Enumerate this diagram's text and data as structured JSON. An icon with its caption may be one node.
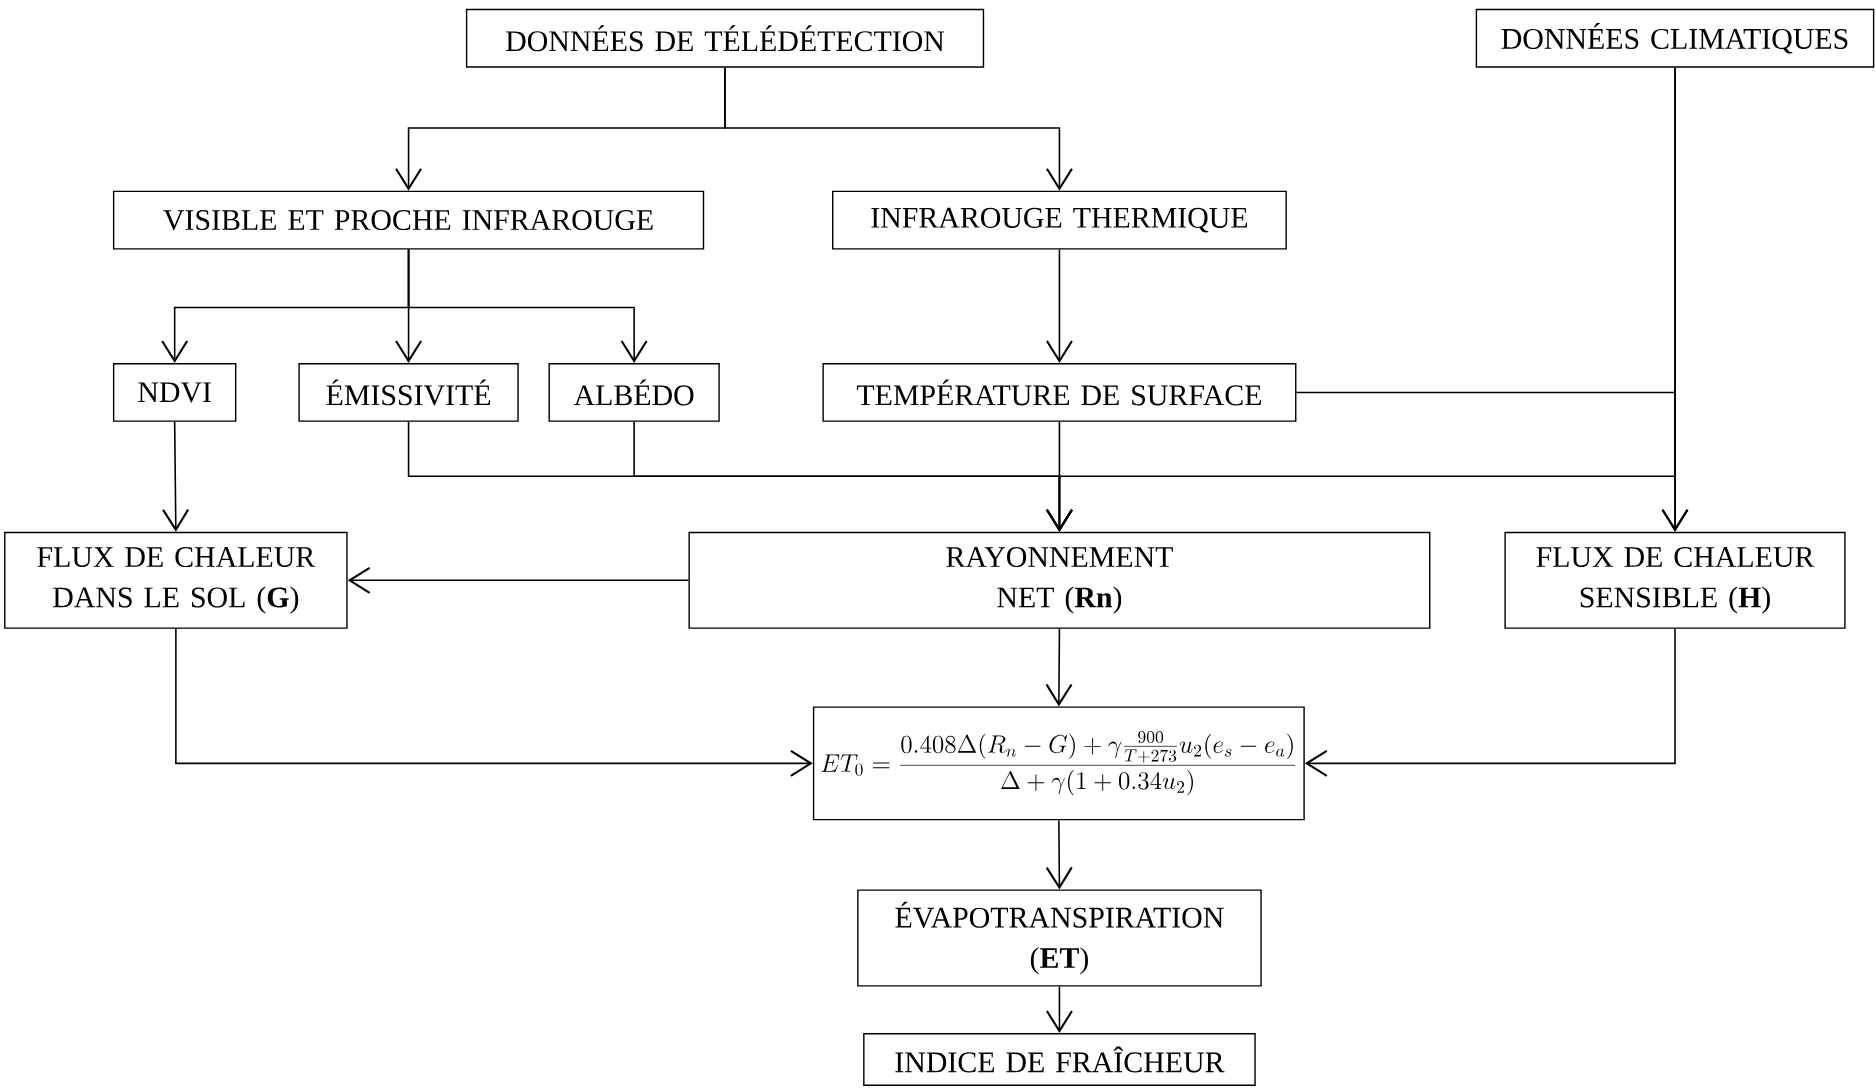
{
  "diagram": {
    "nodes": [
      {
        "text": [
          "DONNÉES DE TÉLÉDÉTECTION"
        ]
      },
      {
        "text": [
          "DONNÉES CLIMATIQUES"
        ]
      },
      {
        "text": [
          "VISIBLE ET PROCHE INFRAROUGE"
        ]
      },
      {
        "text": [
          "INFRAROUGE THERMIQUE"
        ]
      },
      {
        "text": [
          "NDVI"
        ]
      },
      {
        "text": [
          "ÉMISSIVITÉ"
        ]
      },
      {
        "text": [
          "ALBÉDO"
        ]
      },
      {
        "text": [
          "TEMPÉRATURE DE SURFACE"
        ]
      },
      {
        "text": [
          "FLUX DE CHALEUR DANS LE SOL (**G**)"
        ]
      },
      {
        "text": [
          "RAYONNEMENT NET (**Rn**)"
        ]
      },
      {
        "text": [
          "FLUX DE CHALEUR SENSIBLE (**H**)"
        ]
      },
      {
        "text": [
          "ET_0=\\frac{0.408\\Delta(R_n-G)+\\gamma\\frac{900}{T+273}u_2(e_s-e_a)}{\\Delta+\\gamma(1+0.34u_2)}"
        ]
      },
      {
        "text": [
          "ÉVAPOTRANSPIRATION (**ET**)"
        ]
      },
      {
        "text": [
          "INDICE DE FRAÎCHEUR"
        ]
      }
    ],
    "edges": [
      {
        "from": 0,
        "to": 2,
        "arrow": "to"
      },
      {
        "from": 0,
        "to": 3,
        "arrow": "to"
      },
      {
        "from": 2,
        "to": 4,
        "arrow": "to"
      },
      {
        "from": 2,
        "to": 5,
        "arrow": "to"
      },
      {
        "from": 2,
        "to": 6,
        "arrow": "to"
      },
      {
        "from": 3,
        "to": 7,
        "arrow": "to"
      },
      {
        "from": 4,
        "to": 8,
        "arrow": "to"
      },
      {
        "from": 5,
        "to": 9,
        "arrow": "to"
      },
      {
        "from": 6,
        "to": 9,
        "arrow": "to"
      },
      {
        "from": 7,
        "to": 9,
        "arrow": "to"
      },
      {
        "from": 7,
        "to": 10,
        "arrow": "to"
      },
      {
        "from": 1,
        "to": 10,
        "arrow": "to"
      },
      {
        "from": 1,
        "to": 9,
        "arrow": "to"
      },
      {
        "from": 9,
        "to": 8,
        "arrow": "to"
      },
      {
        "from": 9,
        "to": 11,
        "arrow": "to"
      },
      {
        "from": 8,
        "to": 11,
        "arrow": "to"
      },
      {
        "from": 10,
        "to": 11,
        "arrow": "to"
      },
      {
        "from": 11,
        "to": 12,
        "arrow": "to"
      },
      {
        "from": 12,
        "to": 13,
        "arrow": "to"
      }
    ]
  }
}
